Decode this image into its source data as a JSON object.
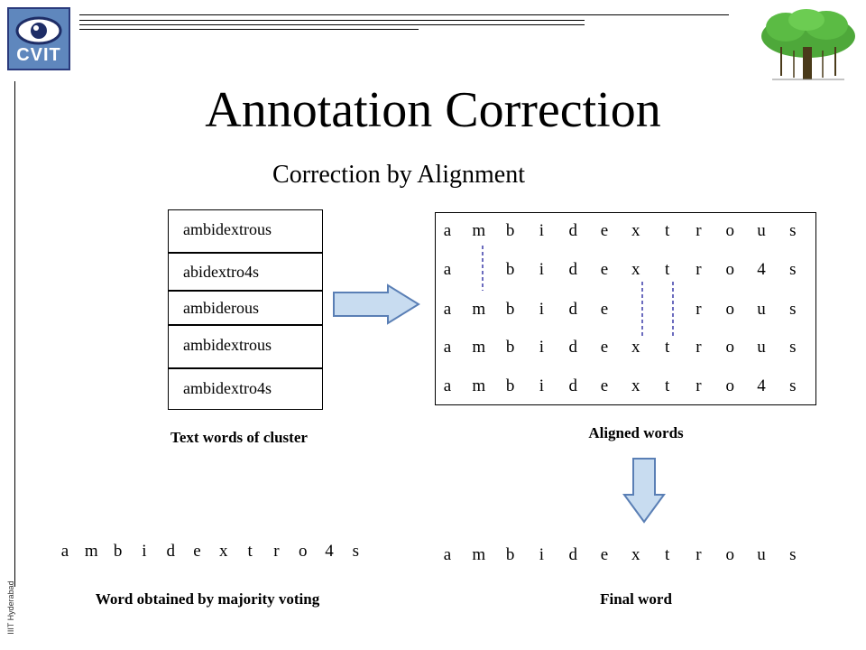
{
  "logo": {
    "text": "CVIT"
  },
  "title": "Annotation Correction",
  "subtitle": "Correction by Alignment",
  "cluster": {
    "words": [
      "ambidextrous",
      "abidextro4s",
      "ambiderous",
      "ambidextrous",
      "ambidextro4s"
    ],
    "caption": "Text words of cluster"
  },
  "aligned": {
    "caption": "Aligned words",
    "rows": [
      [
        "a",
        "m",
        "b",
        "i",
        "d",
        "e",
        "x",
        "t",
        "r",
        "o",
        "u",
        "s"
      ],
      [
        "a",
        "",
        "b",
        "i",
        "d",
        "e",
        "x",
        "t",
        "r",
        "o",
        "4",
        "s"
      ],
      [
        "a",
        "m",
        "b",
        "i",
        "d",
        "e",
        "",
        "",
        "r",
        "o",
        "u",
        "s"
      ],
      [
        "a",
        "m",
        "b",
        "i",
        "d",
        "e",
        "x",
        "t",
        "r",
        "o",
        "u",
        "s"
      ],
      [
        "a",
        "m",
        "b",
        "i",
        "d",
        "e",
        "x",
        "t",
        "r",
        "o",
        "4",
        "s"
      ]
    ]
  },
  "majority": {
    "letters": [
      "a",
      "m",
      "b",
      "i",
      "d",
      "e",
      "x",
      "t",
      "r",
      "o",
      "4",
      "s"
    ],
    "caption": "Word obtained by majority voting"
  },
  "final": {
    "letters": [
      "a",
      "m",
      "b",
      "i",
      "d",
      "e",
      "x",
      "t",
      "r",
      "o",
      "u",
      "s"
    ],
    "caption": "Final word"
  },
  "footer": "IIIT Hyderabad",
  "colors": {
    "arrow_fill": "#c8dcf0",
    "arrow_stroke": "#5a7fb5",
    "dash_line": "#3a3aa8",
    "tree_green": "#4ea83a"
  }
}
